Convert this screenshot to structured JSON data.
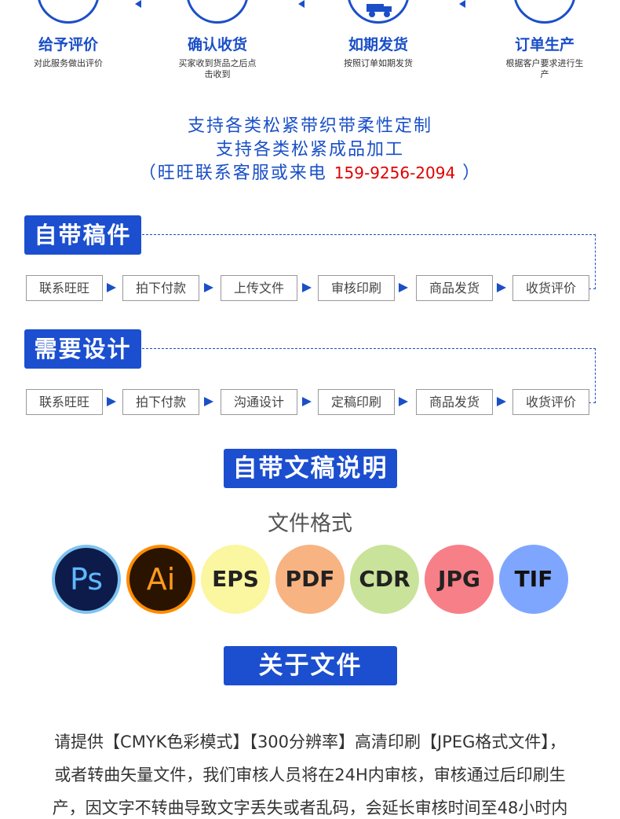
{
  "top_steps": [
    {
      "title": "给予评价",
      "desc": "对此服务做出评价",
      "icon": "review-icon"
    },
    {
      "title": "确认收货",
      "desc": "买家收到货品之后点击收到",
      "icon": "receipt-icon"
    },
    {
      "title": "如期发货",
      "desc": "按照订单如期发货",
      "icon": "truck-icon"
    },
    {
      "title": "订单生产",
      "desc": "根据客户要求进行生产",
      "icon": "order-icon"
    }
  ],
  "support": {
    "line1": "支持各类松紧带织带柔性定制",
    "line2": "支持各类松紧成品加工",
    "line3_prefix": "（旺旺联系客服或来电",
    "phone": "159-9256-2094",
    "line3_suffix": "）"
  },
  "flow1": {
    "title": "自带稿件",
    "steps": [
      "联系旺旺",
      "拍下付款",
      "上传文件",
      "审核印刷",
      "商品发货",
      "收货评价"
    ]
  },
  "flow2": {
    "title": "需要设计",
    "steps": [
      "联系旺旺",
      "拍下付款",
      "沟通设计",
      "定稿印刷",
      "商品发货",
      "收货评价"
    ]
  },
  "manuscript": {
    "title": "自带文稿说明",
    "format_title": "文件格式",
    "formats": [
      {
        "label": "Ps",
        "bg": "#0d1b4a",
        "color": "#5fb8ff",
        "ring": "#7ec3f0"
      },
      {
        "label": "Ai",
        "bg": "#2a1400",
        "color": "#ff9a1e",
        "ring": "#ff8c00"
      },
      {
        "label": "EPS",
        "bg": "#fbf6a0",
        "color": "#222222",
        "ring": "#fbf6a0"
      },
      {
        "label": "PDF",
        "bg": "#f7b381",
        "color": "#222222",
        "ring": "#f7b381"
      },
      {
        "label": "CDR",
        "bg": "#c9e39a",
        "color": "#222222",
        "ring": "#c9e39a"
      },
      {
        "label": "JPG",
        "bg": "#f77f87",
        "color": "#222222",
        "ring": "#f77f87"
      },
      {
        "label": "TIF",
        "bg": "#7fa6ff",
        "color": "#111111",
        "ring": "#7fa6ff"
      }
    ]
  },
  "about": {
    "title": "关于文件",
    "para1": "请提供【CMYK色彩模式】【300分辨率】高清印刷【JPEG格式文件】，",
    "para2": "或者转曲矢量文件，我们审核人员将在24H内审核，审核通过后印刷生",
    "para3": "产，因文字不转曲导致文字丢失或者乱码，会延长审核时间至48小时内"
  },
  "colors": {
    "accent": "#1a4fc7",
    "phone": "#e00000"
  }
}
